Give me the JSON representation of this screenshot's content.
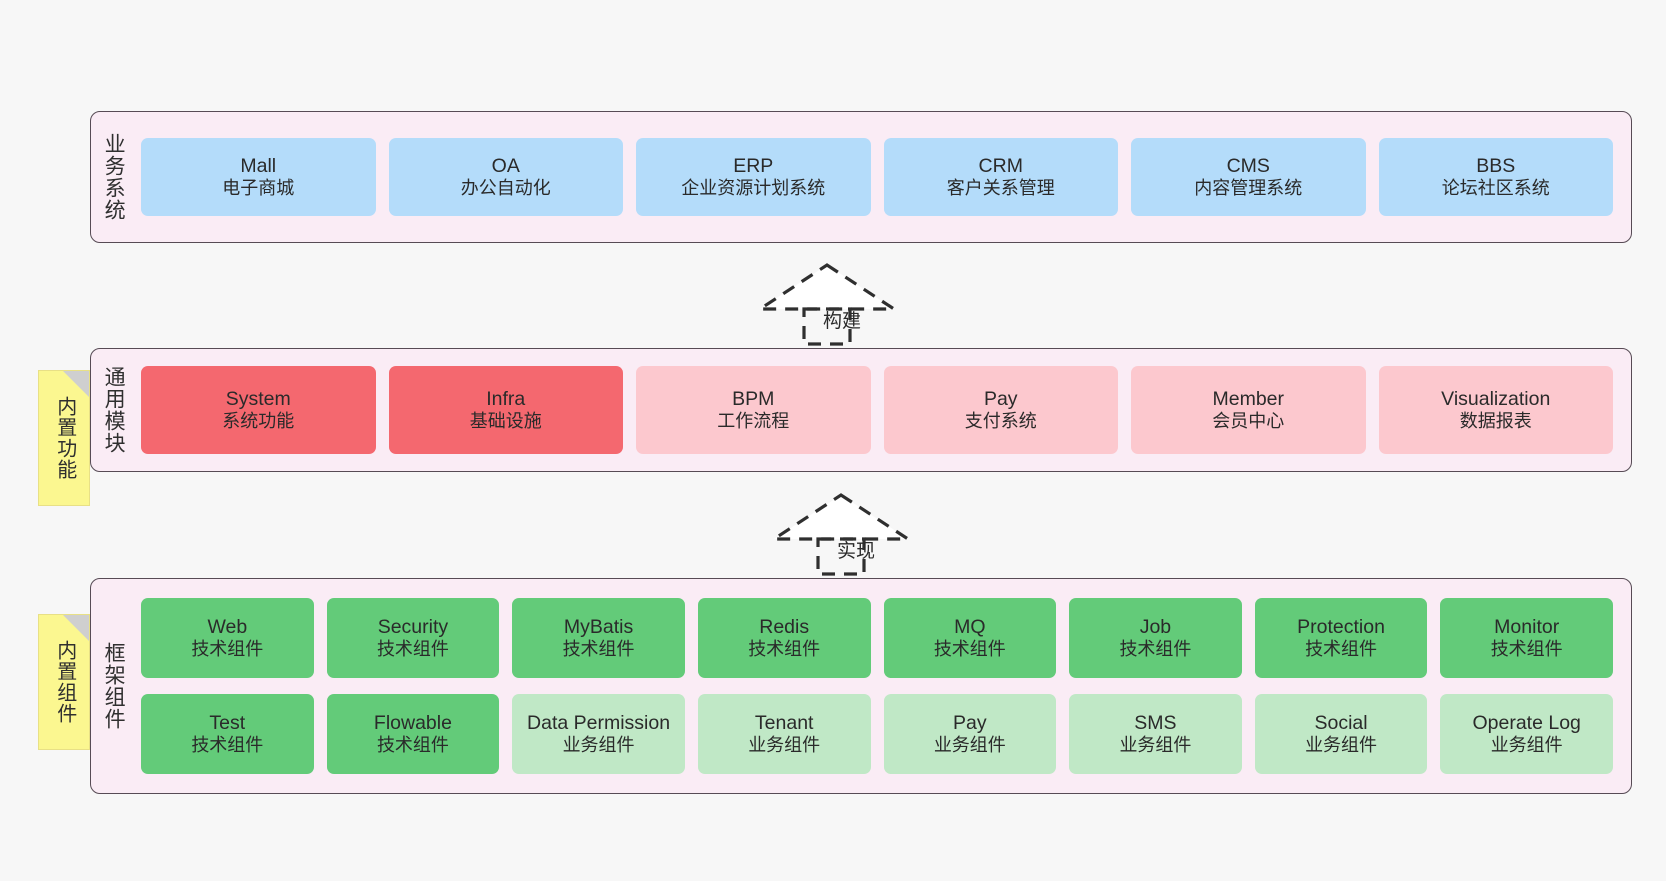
{
  "palette": {
    "page_bg": "#f7f7f7",
    "band_bg": "#faecf5",
    "band_border": "#574b55",
    "blue": "#b4dcfa",
    "red": "#f4686f",
    "pink": "#fcc8ce",
    "green": "#63cb79",
    "green_light": "#c0e8c6",
    "note_yellow": "#fbf790",
    "note_fold": "#cfcfcf",
    "arrow": "#2f2f2f"
  },
  "layers": {
    "business": {
      "caption": "业务系统",
      "items": [
        {
          "title": "Mall",
          "subtitle": "电子商城"
        },
        {
          "title": "OA",
          "subtitle": "办公自动化"
        },
        {
          "title": "ERP",
          "subtitle": "企业资源计划系统"
        },
        {
          "title": "CRM",
          "subtitle": "客户关系管理"
        },
        {
          "title": "CMS",
          "subtitle": "内容管理系统"
        },
        {
          "title": "BBS",
          "subtitle": "论坛社区系统"
        }
      ]
    },
    "modules": {
      "caption": "通用模块",
      "note": "内置功能",
      "items": [
        {
          "title": "System",
          "subtitle": "系统功能",
          "tone": "red"
        },
        {
          "title": "Infra",
          "subtitle": "基础设施",
          "tone": "red"
        },
        {
          "title": "BPM",
          "subtitle": "工作流程",
          "tone": "pink"
        },
        {
          "title": "Pay",
          "subtitle": "支付系统",
          "tone": "pink"
        },
        {
          "title": "Member",
          "subtitle": "会员中心",
          "tone": "pink"
        },
        {
          "title": "Visualization",
          "subtitle": "数据报表",
          "tone": "pink"
        }
      ]
    },
    "framework": {
      "caption": "框架组件",
      "note": "内置组件",
      "row1": [
        {
          "title": "Web",
          "subtitle": "技术组件",
          "tone": "green"
        },
        {
          "title": "Security",
          "subtitle": "技术组件",
          "tone": "green"
        },
        {
          "title": "MyBatis",
          "subtitle": "技术组件",
          "tone": "green"
        },
        {
          "title": "Redis",
          "subtitle": "技术组件",
          "tone": "green"
        },
        {
          "title": "MQ",
          "subtitle": "技术组件",
          "tone": "green"
        },
        {
          "title": "Job",
          "subtitle": "技术组件",
          "tone": "green"
        },
        {
          "title": "Protection",
          "subtitle": "技术组件",
          "tone": "green"
        },
        {
          "title": "Monitor",
          "subtitle": "技术组件",
          "tone": "green"
        }
      ],
      "row2": [
        {
          "title": "Test",
          "subtitle": "技术组件",
          "tone": "green"
        },
        {
          "title": "Flowable",
          "subtitle": "技术组件",
          "tone": "green"
        },
        {
          "title": "Data Permission",
          "subtitle": "业务组件",
          "tone": "green_light"
        },
        {
          "title": "Tenant",
          "subtitle": "业务组件",
          "tone": "green_light"
        },
        {
          "title": "Pay",
          "subtitle": "业务组件",
          "tone": "green_light"
        },
        {
          "title": "SMS",
          "subtitle": "业务组件",
          "tone": "green_light"
        },
        {
          "title": "Social",
          "subtitle": "业务组件",
          "tone": "green_light"
        },
        {
          "title": "Operate Log",
          "subtitle": "业务组件",
          "tone": "green_light"
        }
      ]
    }
  },
  "connectors": [
    {
      "label": "构建"
    },
    {
      "label": "实现"
    }
  ]
}
